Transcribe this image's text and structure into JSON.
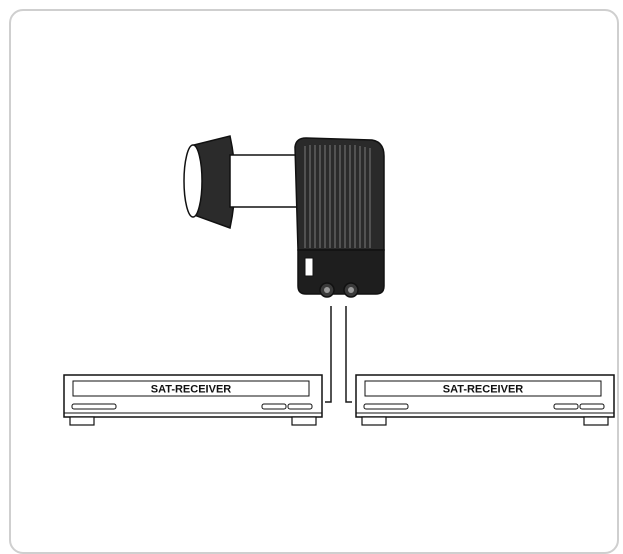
{
  "diagram": {
    "receivers": [
      {
        "label": "SAT-RECEIVER"
      },
      {
        "label": "SAT-RECEIVER"
      }
    ],
    "colors": {
      "line": "#1a1a1a",
      "frame": "#cfcfcf",
      "lnb_dark": "#1e1e1e",
      "lnb_cap": "#2b2b2b"
    },
    "icons": {
      "lnb": "twin-lnb-icon",
      "receiver": "sat-receiver-box"
    }
  }
}
